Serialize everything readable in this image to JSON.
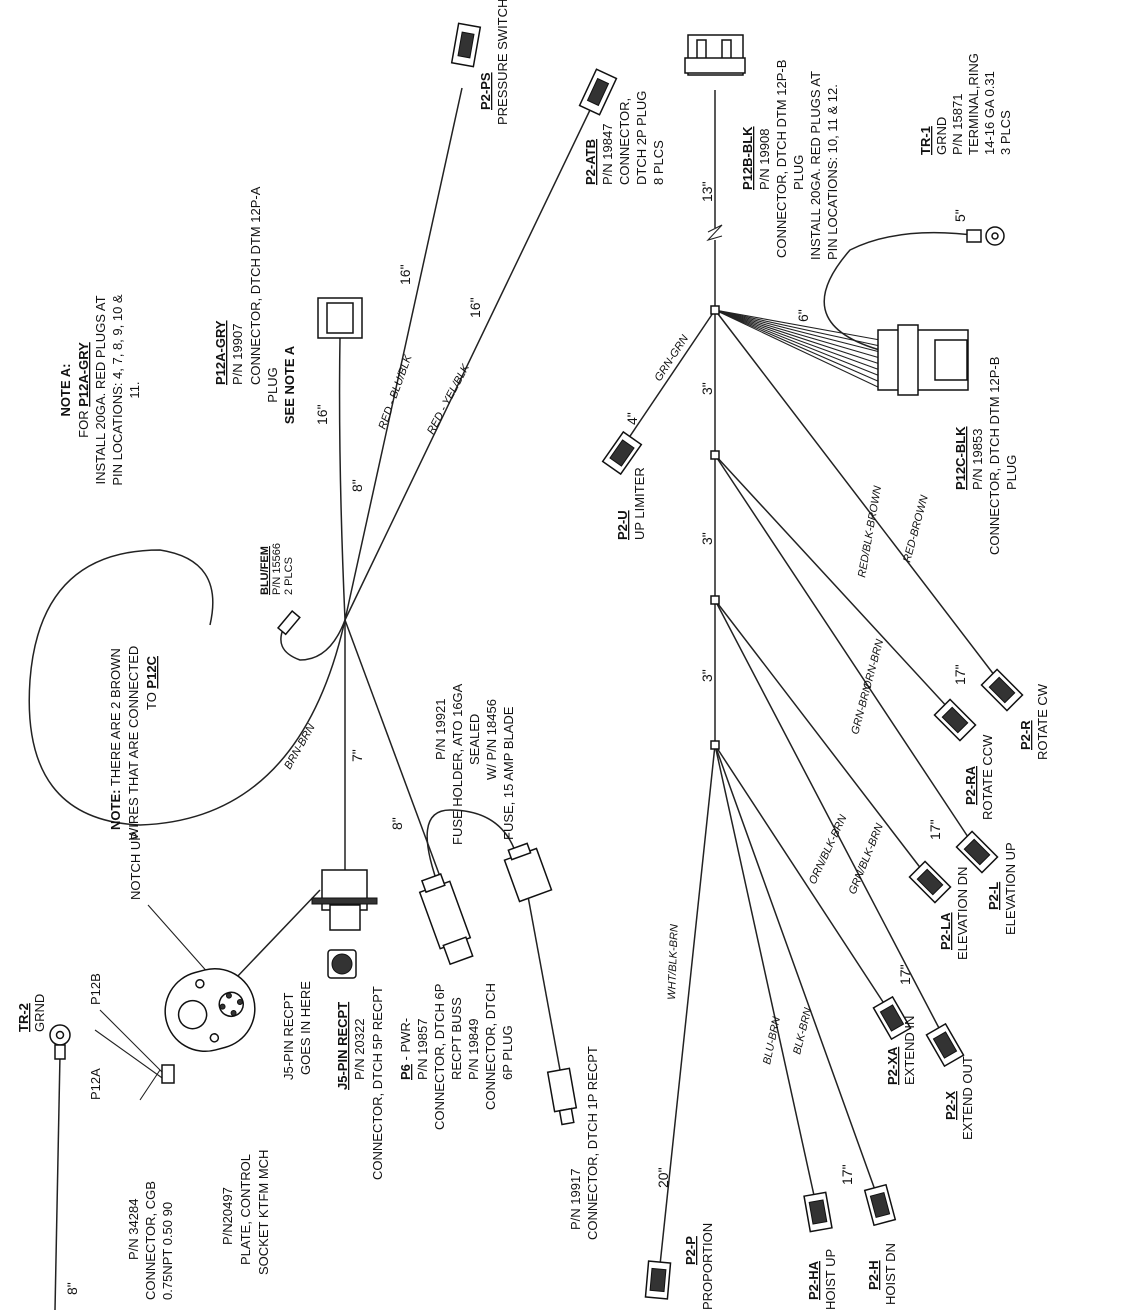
{
  "notes": {
    "note_a": {
      "title": "NOTE A:",
      "line1_prefix": "FOR ",
      "line1_ref": "P12A-GRY",
      "line2": "INSTALL 20GA. RED PLUGS AT",
      "line3": "PIN LOCATIONS: 4, 7, 8, 9, 10 &",
      "line4": "11."
    },
    "brown_note": {
      "bold": "NOTE:",
      "line1": " THERE ARE 2 BROWN",
      "line2": "WIRES THAT ARE CONNECTED",
      "line3_prefix": "TO ",
      "line3_ref": "P12C"
    }
  },
  "connectors": {
    "p2_ps": {
      "id": "P2-PS",
      "desc": "PRESSURE SWITCH"
    },
    "p2_atb": {
      "id": "P2-ATB",
      "pn": "P/N 19847",
      "l2": "CONNECTOR,",
      "l3": "DTCH 2P PLUG",
      "l4": "8 PLCS"
    },
    "p12b": {
      "id": "P12B-BLK",
      "pn": "P/N 19908",
      "l2": "CONNECTOR, DTCH DTM 12P-B",
      "l3": "PLUG",
      "l4": "INSTALL 20GA. RED PLUGS AT",
      "l5": "PIN LOCATIONS: 10, 11 & 12."
    },
    "tr1": {
      "id": "TR-1",
      "l1": "GRND",
      "pn": "P/N 15871",
      "l2": "TERMINAL,RING",
      "l3": "14-16 GA 0.31",
      "l4": "3 PLCS"
    },
    "p12a": {
      "id": "P12A-GRY",
      "pn": "P/N 19907",
      "l2": "CONNECTOR, DTCH DTM 12P-A",
      "l3": "PLUG",
      "l4": "SEE NOTE A"
    },
    "blufem": {
      "id": "BLU/FEM",
      "pn": "P/N 15566",
      "l2": "2 PLCS"
    },
    "p2_u": {
      "id": "P2-U",
      "desc": "UP LIMITER"
    },
    "p12c": {
      "id": "P12C-BLK",
      "pn": "P/N 19853",
      "l2": "CONNECTOR, DTCH DTM 12P-B",
      "l3": "PLUG"
    },
    "fuse": {
      "l1": "P/N 19921",
      "l2": "FUSE HOLDER, ATO 16GA",
      "l3": "SEALED",
      "l4": "W/ P/N 18456",
      "l5": "FUSE, 15 AMP BLADE"
    },
    "p2_ra": {
      "id": "P2-RA",
      "desc": "ROTATE CCW"
    },
    "p2_r": {
      "id": "P2-R",
      "desc": "ROTATE CW"
    },
    "p2_la": {
      "id": "P2-LA",
      "desc": "ELEVATION DN"
    },
    "p2_l": {
      "id": "P2-L",
      "desc": "ELEVATION UP"
    },
    "tr2": {
      "id": "TR-2",
      "l1": "GRND"
    },
    "plate": {
      "p12b": "P12B",
      "p12a": "P12A",
      "notch": "NOTCH UP",
      "pn34284": "P/N 34284",
      "cgb1": "CONNECTOR, CGB",
      "cgb2": "0.75NPT 0.50 90",
      "pn20497": "P/N20497",
      "plate1": "PLATE, CONTROL",
      "plate2": "SOCKET KTFM MCH"
    },
    "j5": {
      "note1": "J5-PIN RECPT",
      "note2": "GOES IN HERE",
      "id": "J5-PIN RECPT",
      "pn": "P/N 20322",
      "l2": "CONNECTOR, DTCH 5P RECPT"
    },
    "p6": {
      "id": "P6",
      "suffix": " - PWR-",
      "pn": "P/N 19857",
      "l2": "CONNECTOR, DTCH 6P",
      "l3": "RECPT BUSS",
      "l4": "P/N 19849",
      "l5": "CONNECTOR, DTCH",
      "l6": "6P PLUG"
    },
    "p19917": {
      "pn": "P/N 19917",
      "l2": "CONNECTOR, DTCH 1P RECPT"
    },
    "p2_xa": {
      "id": "P2-XA",
      "desc": "EXTEND IN"
    },
    "p2_x": {
      "id": "P2-X",
      "desc": "EXTEND OUT"
    },
    "p2_p": {
      "id": "P2-P",
      "desc": "PROPORTION"
    },
    "p2_ha": {
      "id": "P2-HA",
      "desc": "HOIST UP"
    },
    "p2_h": {
      "id": "P2-H",
      "desc": "HOIST DN"
    }
  },
  "wires": {
    "red_blu_blk": "RED - BLU/BLK",
    "red_yel_blk": "RED - YEL/BLK",
    "grn_grn": "GRN-GRN",
    "brn_brn": "BRN-BRN",
    "red_blk_brown": "RED/BLK-BROWN",
    "red_brown": "RED-BROWN",
    "grn_brn": "GRN-BRN",
    "orn_brn": "ORN-BRN",
    "orn_blk_brn": "ORN/BLK-BRN",
    "grn_blk_brn": "GRN/BLK-BRN",
    "wht_blk_brn": "WHT/BLK-BRN",
    "blu_brn": "BLU-BRN",
    "blk_brn": "BLK-BRN"
  },
  "dimensions": {
    "d13": "13\"",
    "d6": "6\"",
    "d5": "5\"",
    "d16a": "16\"",
    "d16b": "16\"",
    "d16c": "16\"",
    "d8a": "8\"",
    "d4": "4\"",
    "d3a": "3\"",
    "d3b": "3\"",
    "d3c": "3\"",
    "d17a": "17\"",
    "d17b": "17\"",
    "d7": "7\"",
    "d8b": "8\"",
    "d17c": "17\"",
    "d20": "20\"",
    "d17d": "17\"",
    "d8c": "8\""
  }
}
